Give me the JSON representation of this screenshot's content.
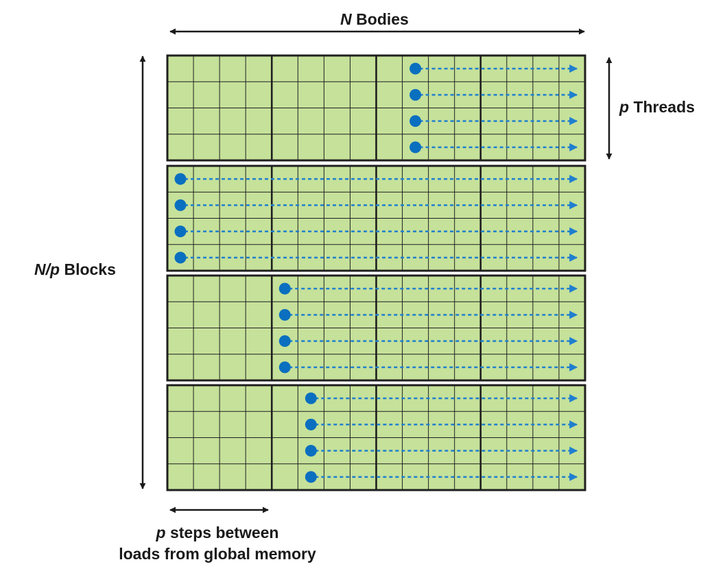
{
  "labels": {
    "n_bodies": {
      "var": "N",
      "text": " Bodies"
    },
    "p_threads": {
      "var": "p",
      "text": " Threads"
    },
    "np_blocks": {
      "var": "N/p",
      "text": " Blocks"
    },
    "p_steps_line1": {
      "var": "p",
      "text": " steps between"
    },
    "p_steps_line2": "loads from global memory"
  },
  "grid": {
    "block_count": 4,
    "threads_per_block": 4,
    "tile_count": 4,
    "steps_per_tile": 4,
    "start_column_per_block": [
      9,
      0,
      4,
      5
    ]
  },
  "colors": {
    "cell_fill": "#c5e19a",
    "grid_line": "#1f1f1f",
    "thread_dot": "#0a6fbf",
    "thread_arrow": "#1f7fcf",
    "arrow": "#1a1a1a"
  }
}
